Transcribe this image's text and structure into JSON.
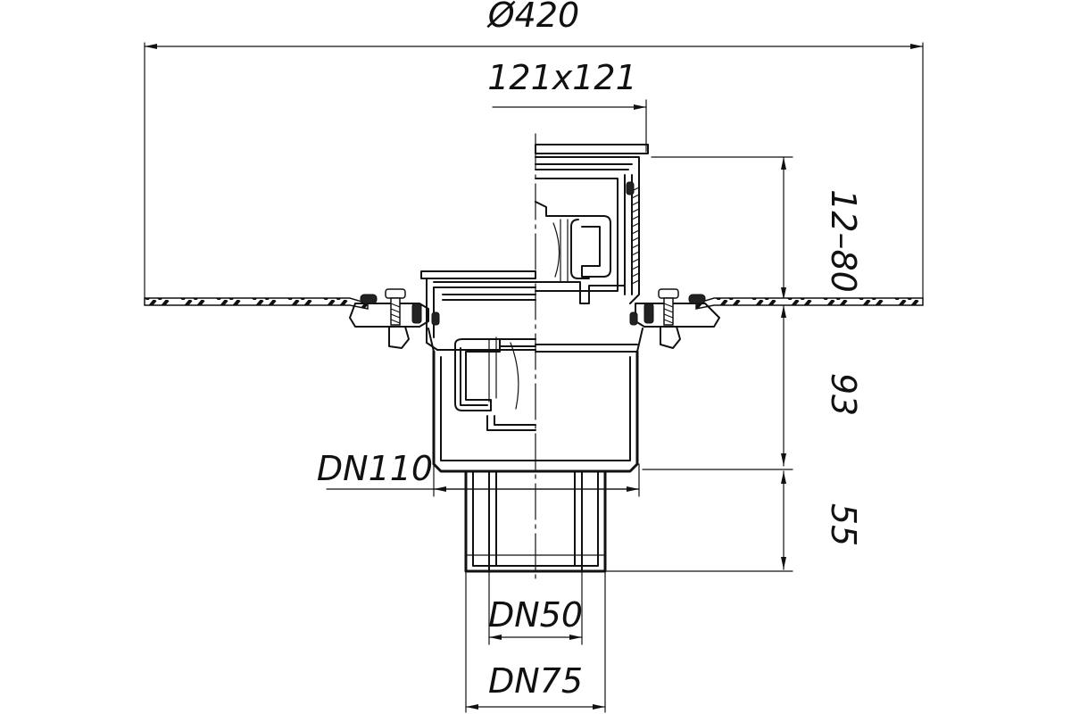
{
  "dimensions": {
    "overall_diameter": "Ø420",
    "grate_size": "121x121",
    "height_adjust": "12–80",
    "body_height": "93",
    "outlet_length": "55",
    "body_dn": "DN110",
    "outlet_inner_dn": "DN50",
    "outlet_outer_dn": "DN75"
  },
  "colors": {
    "line": "#111111",
    "background": "#ffffff"
  }
}
